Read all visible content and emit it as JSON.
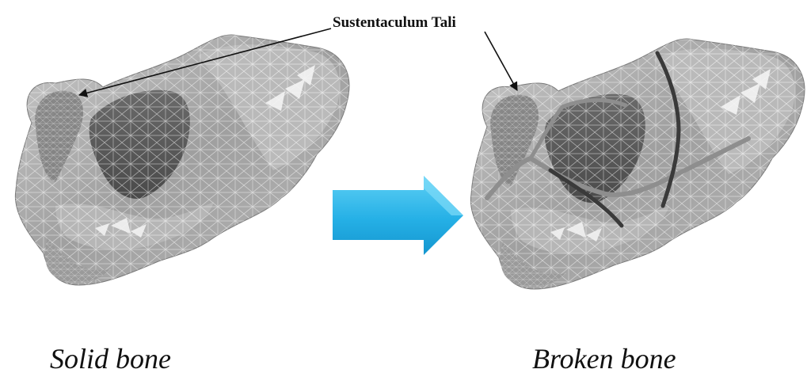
{
  "annotation": {
    "label": "Sustentaculum Tali"
  },
  "captions": {
    "left": "Solid bone",
    "right": "Broken bone"
  },
  "colors": {
    "arrow": "#29b6e8",
    "arrow_shadow": "#0b88c2",
    "bone_light": "#d8d8d8",
    "bone_mid": "#a9a9a9",
    "bone_dark": "#5e5e5e",
    "mesh_line": "#ffffff",
    "fracture_dark": "#3a3a3a",
    "fracture_light": "#8a8a8a"
  },
  "icons": {
    "transition": "right-arrow-icon"
  }
}
